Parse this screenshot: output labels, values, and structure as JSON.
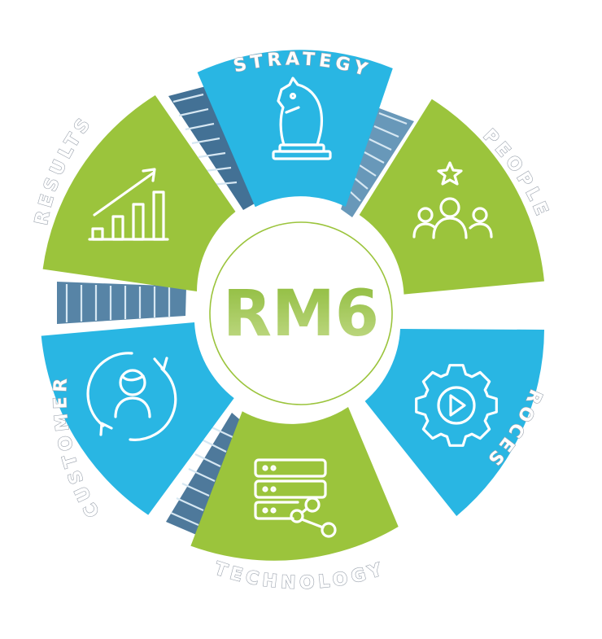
{
  "center": {
    "label": "RM6"
  },
  "segments": [
    {
      "id": "strategy",
      "label": "STRATEGY",
      "icon": "chess-knight-icon",
      "color": "#29b6e3"
    },
    {
      "id": "people",
      "label": "PEOPLE",
      "icon": "team-star-icon",
      "color": "#9bc43c"
    },
    {
      "id": "process",
      "label": "PROCESS",
      "icon": "gear-play-icon",
      "color": "#29b6e3"
    },
    {
      "id": "technology",
      "label": "TECHNOLOGY",
      "icon": "server-share-icon",
      "color": "#9bc43c"
    },
    {
      "id": "customer",
      "label": "CUSTOMER",
      "icon": "customer-cycle-icon",
      "color": "#29b6e3"
    },
    {
      "id": "results",
      "label": "RESULTS",
      "icon": "growth-chart-icon",
      "color": "#9bc43c"
    }
  ],
  "colors": {
    "blue": "#29b6e3",
    "green": "#9bc43c",
    "connector": "#3d6e92",
    "center_text": "#8db83a"
  }
}
